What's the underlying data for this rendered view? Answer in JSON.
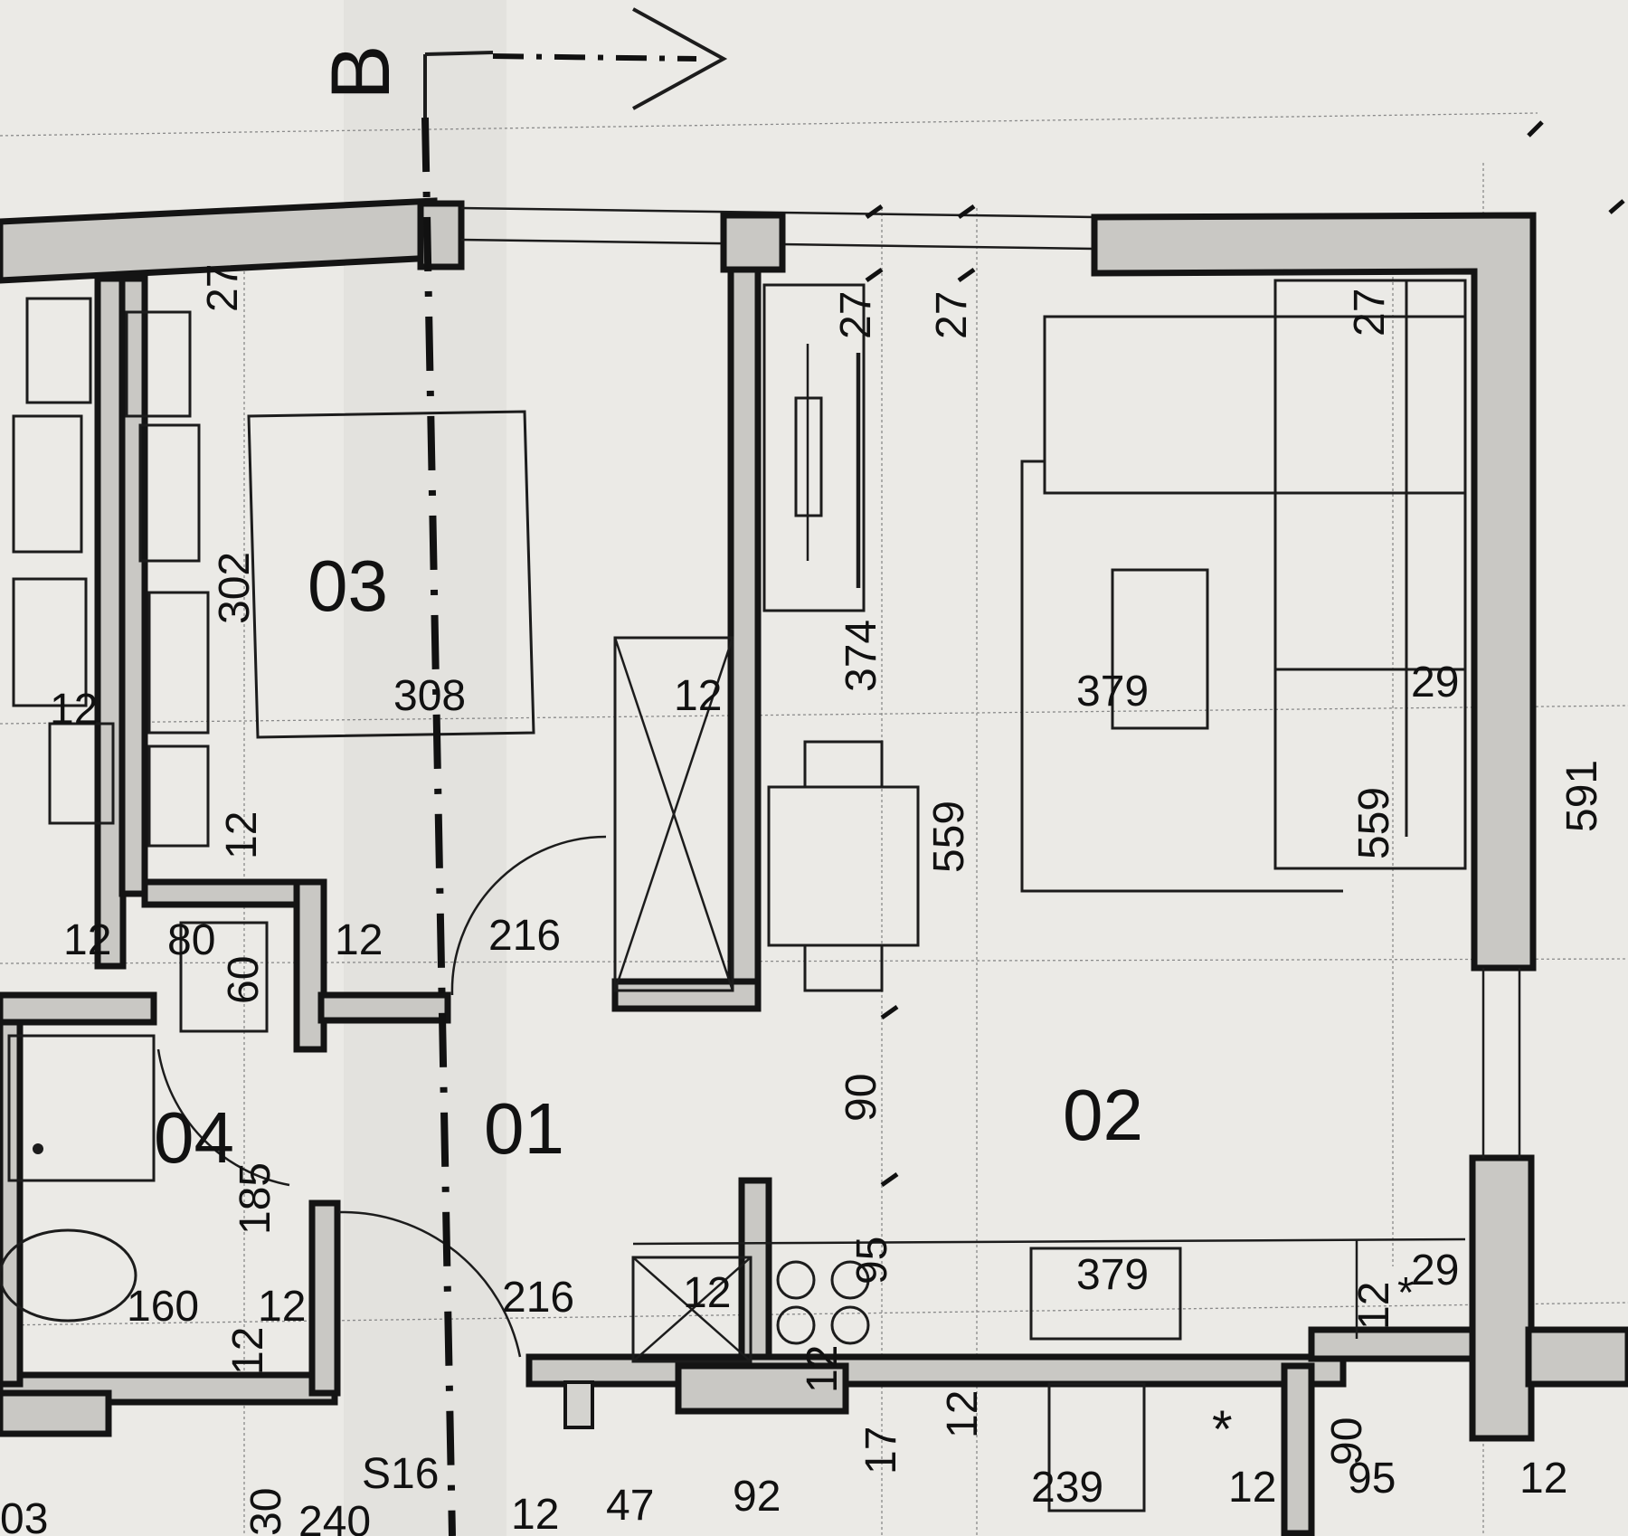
{
  "section": {
    "label": "B"
  },
  "rooms": {
    "r01": "01",
    "r02": "02",
    "r03": "03",
    "r04": "04"
  },
  "dims": {
    "d27a": "27",
    "d27b": "27",
    "d27c": "27",
    "d27d": "27",
    "d302": "302",
    "d308": "308",
    "d374": "374",
    "d379a": "379",
    "d379b": "379",
    "d29a": "29",
    "d29b": "29",
    "d591": "591",
    "d559a": "559",
    "d559b": "559",
    "d12a": "12",
    "d12b": "12",
    "d12c": "12",
    "d12d": "12",
    "d12e": "12",
    "d12f": "12",
    "d12g": "12",
    "d12h": "12",
    "d12i": "12",
    "d12j": "12",
    "d12k": "12",
    "d12l": "12",
    "d12m": "12",
    "d80": "80",
    "d60": "60",
    "d216a": "216",
    "d216b": "216",
    "d90a": "90",
    "d90b": "90",
    "d95a": "95",
    "d95b": "95",
    "d185": "185",
    "d160": "160",
    "d17": "17",
    "d239": "239",
    "dS16": "S16",
    "d03": "03",
    "d30": "30",
    "d240": "240",
    "d47": "47",
    "d92": "92"
  }
}
